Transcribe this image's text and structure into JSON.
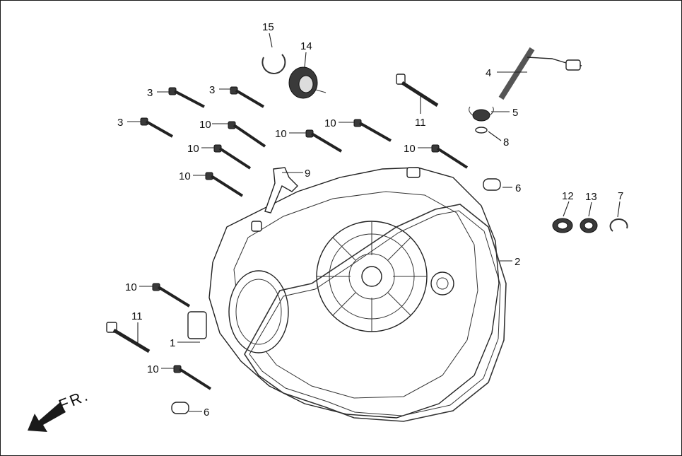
{
  "direction_label": "FR.",
  "callouts": {
    "c1": "1",
    "c2": "2",
    "c3a": "3",
    "c3b": "3",
    "c3c": "3",
    "c4": "4",
    "c5": "5",
    "c6a": "6",
    "c6b": "6",
    "c7": "7",
    "c8": "8",
    "c9": "9",
    "c10a": "10",
    "c10b": "10",
    "c10c": "10",
    "c10d": "10",
    "c10e": "10",
    "c10f": "10",
    "c10g": "10",
    "c10h": "10",
    "c11a": "11",
    "c11b": "11",
    "c12": "12",
    "c13": "13",
    "c14": "14",
    "c15": "15"
  }
}
